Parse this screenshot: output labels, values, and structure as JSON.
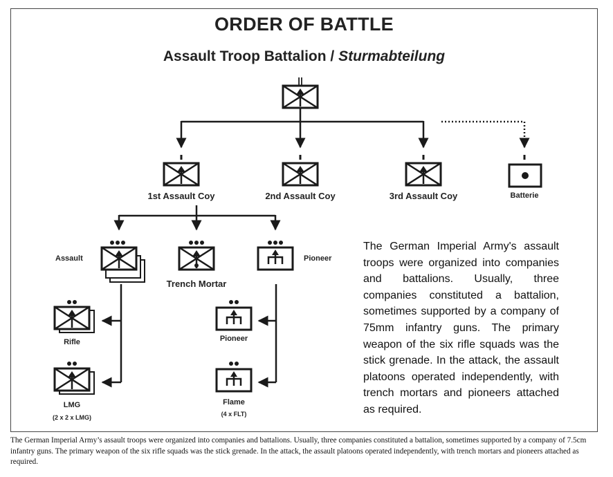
{
  "header": {
    "title": "ORDER OF BATTLE",
    "subtitle_main": "Assault Troop Battalion / ",
    "subtitle_italic": "Sturmabteilung"
  },
  "units": {
    "battalion": {
      "echelon": "||",
      "symbol": "assault-infantry-icon"
    },
    "company1": {
      "label": "1st Assault Coy",
      "echelon": "|"
    },
    "company2": {
      "label": "2nd Assault Coy",
      "echelon": "|"
    },
    "company3": {
      "label": "3rd Assault Coy",
      "echelon": "|"
    },
    "battery": {
      "label": "Batterie",
      "echelon": "|",
      "symbol": "artillery-icon",
      "link_style": "dotted"
    },
    "assault_platoon": {
      "label": "Assault",
      "echelon": "•••"
    },
    "mortar_platoon": {
      "label": "Trench Mortar",
      "echelon": "•••"
    },
    "pioneer_platoon": {
      "label": "Pioneer",
      "echelon": "•••",
      "symbol": "pioneer-icon"
    },
    "rifle_section": {
      "label": "Rifle",
      "echelon": "••"
    },
    "lmg_section": {
      "label": "LMG",
      "detail": "(2 x 2 x LMG)",
      "echelon": "••"
    },
    "pioneer_section": {
      "label": "Pioneer",
      "echelon": "••"
    },
    "flame_section": {
      "label": "Flame",
      "detail": "(4 x FLT)",
      "echelon": "••"
    }
  },
  "description": "The German Imperial Army's assault troops were organized into companies and battalions. Usually, three companies constituted a battalion, sometimes supported by a company of 75mm infantry guns. The primary weapon of the six rifle squads was the stick grenade. In the attack, the assault platoons operated independently, with trench mortars and pioneers attached as required.",
  "caption": "The German Imperial Army’s assault troops were organized into companies and battalions. Usually, three companies constituted a battalion, sometimes supported by a company of 7.5cm infantry guns. The primary weapon of the six rifle squads was the stick grenade. In the attack, the assault platoons operated independently, with trench mortars and pioneers attached as required.",
  "colors": {
    "ink": "#1a1a1a",
    "shadow": "#9a9a9a"
  }
}
